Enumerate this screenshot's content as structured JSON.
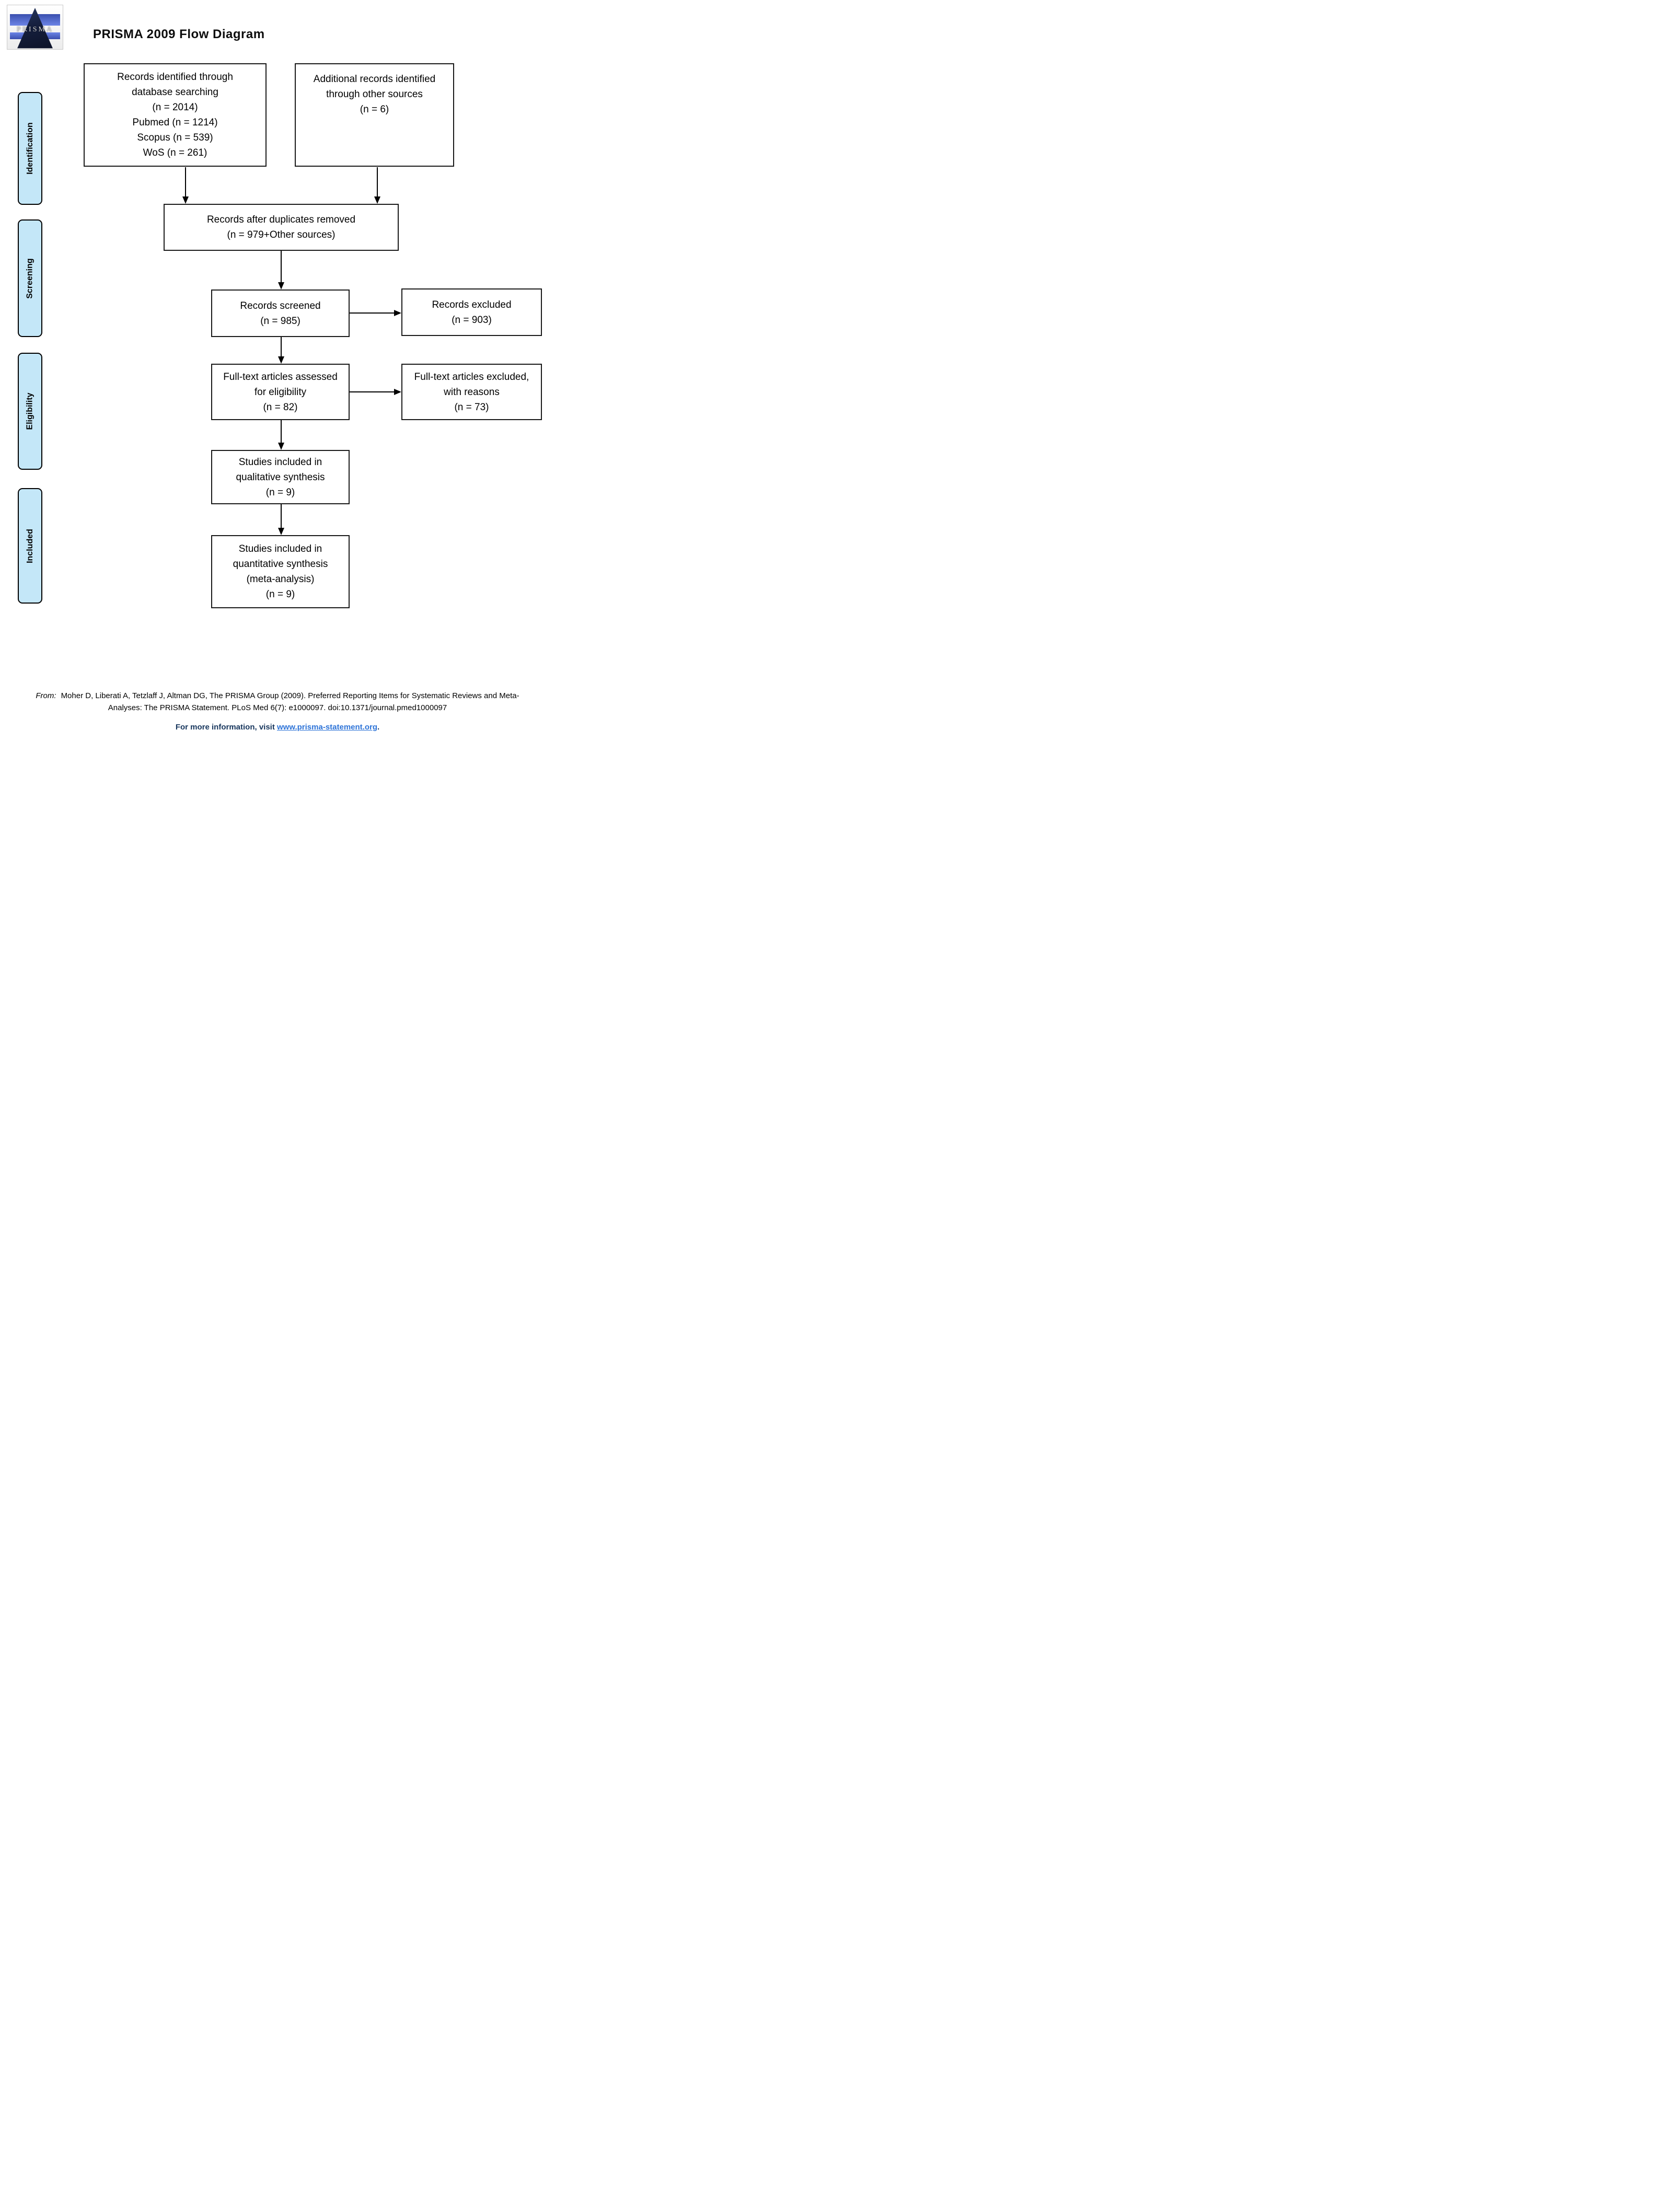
{
  "title": "PRISMA 2009 Flow Diagram",
  "logo": {
    "text": "PRISMA"
  },
  "stages": [
    {
      "id": "identification",
      "label": "Identification"
    },
    {
      "id": "screening",
      "label": "Screening"
    },
    {
      "id": "eligibility",
      "label": "Eligibility"
    },
    {
      "id": "included",
      "label": "Included"
    }
  ],
  "boxes": {
    "db_search": {
      "lines": [
        "Records identified through",
        "database searching",
        "(n = 2014)",
        "Pubmed (n = 1214)",
        "Scopus (n = 539)",
        "WoS (n = 261)"
      ]
    },
    "other_sources": {
      "lines": [
        "Additional records identified",
        "through other sources",
        "(n = 6)"
      ]
    },
    "duplicates_removed": {
      "lines": [
        "Records after duplicates removed",
        "(n = 979+Other sources)"
      ]
    },
    "screened": {
      "lines": [
        "Records screened",
        "(n = 985)"
      ]
    },
    "excluded": {
      "lines": [
        "Records excluded",
        "(n = 903)"
      ]
    },
    "ft_assessed": {
      "lines": [
        "Full-text articles assessed",
        "for eligibility",
        "(n = 82)"
      ]
    },
    "ft_excluded": {
      "lines": [
        "Full-text articles excluded,",
        "with reasons",
        "(n = 73)"
      ]
    },
    "qualitative": {
      "lines": [
        "Studies included in",
        "qualitative synthesis",
        "(n = 9)"
      ]
    },
    "quantitative": {
      "lines": [
        "Studies included in",
        "quantitative synthesis",
        "(meta-analysis)",
        "(n = 9)"
      ]
    }
  },
  "edges": [
    {
      "from": "db_search",
      "to": "duplicates_removed"
    },
    {
      "from": "other_sources",
      "to": "duplicates_removed"
    },
    {
      "from": "duplicates_removed",
      "to": "screened"
    },
    {
      "from": "screened",
      "to": "excluded"
    },
    {
      "from": "screened",
      "to": "ft_assessed"
    },
    {
      "from": "ft_assessed",
      "to": "ft_excluded"
    },
    {
      "from": "ft_assessed",
      "to": "qualitative"
    },
    {
      "from": "qualitative",
      "to": "quantitative"
    }
  ],
  "footer": {
    "from_label": "From:",
    "citation_line1": "Moher D, Liberati A, Tetzlaff J, Altman DG, The PRISMA Group (2009). Preferred Reporting Items for Systematic Reviews and Meta-",
    "citation_line2": "Analyses: The PRISMA Statement. PLoS Med 6(7): e1000097. doi:10.1371/journal.pmed1000097",
    "info_prefix": "For more information, visit ",
    "link_text": "www.prisma-statement.org",
    "info_suffix": "."
  },
  "colors": {
    "stage_fill": "#C4E7F8",
    "link_blue": "#2E74D8",
    "info_navy": "#17365D",
    "box_border": "#1a1a1a"
  }
}
